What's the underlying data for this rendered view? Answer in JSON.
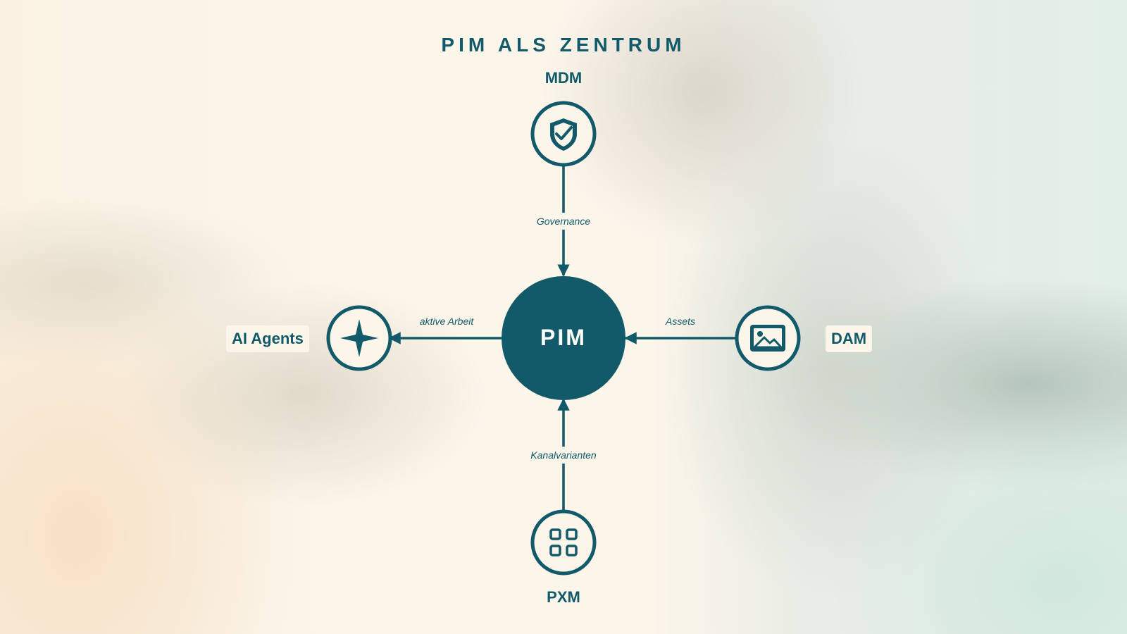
{
  "title": "PIM ALS ZENTRUM",
  "center": {
    "label": "PIM"
  },
  "nodes": {
    "top": {
      "label": "MDM",
      "icon": "shield-check-icon"
    },
    "bottom": {
      "label": "PXM",
      "icon": "grid-icon"
    },
    "left": {
      "label": "AI Agents",
      "icon": "sparkle-icon"
    },
    "right": {
      "label": "DAM",
      "icon": "image-icon"
    }
  },
  "edges": {
    "top": {
      "label": "Governance",
      "direction": "MDM → PIM"
    },
    "bottom": {
      "label": "Kanalvarianten",
      "direction": "PXM → PIM"
    },
    "left": {
      "label": "aktive Arbeit",
      "direction": "PIM → AI Agents"
    },
    "right": {
      "label": "Assets",
      "direction": "DAM → PIM"
    }
  },
  "colors": {
    "primary": "#125a6a",
    "background": "#fbf5ea",
    "center_text": "#ffffff"
  }
}
